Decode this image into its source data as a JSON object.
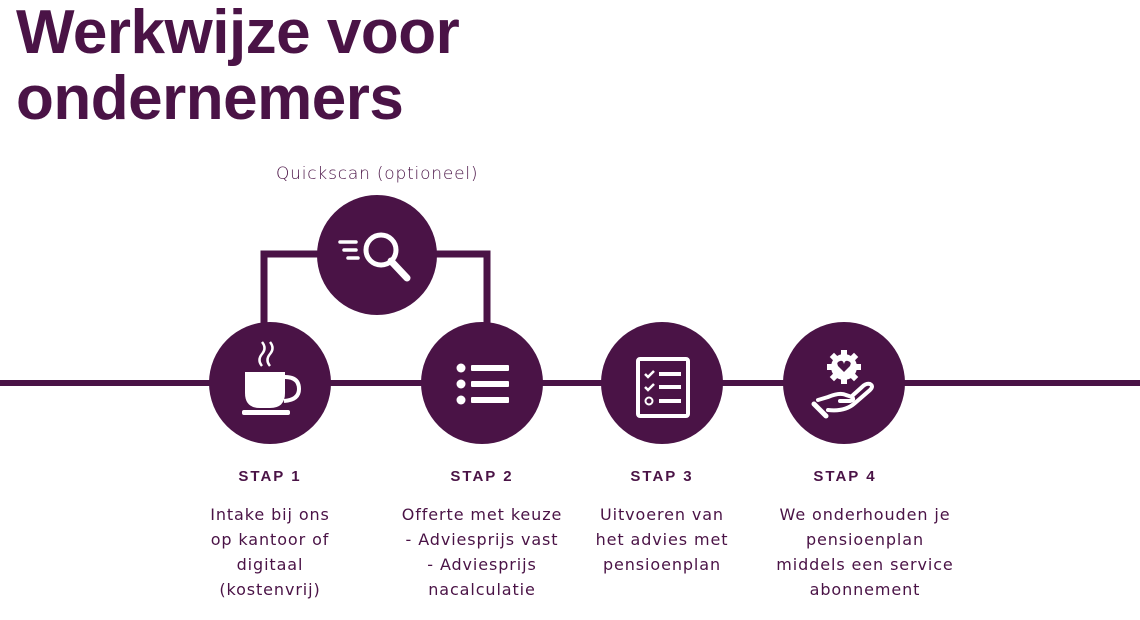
{
  "title": {
    "line1": "Werkwijze voor",
    "line2": "ondernemers"
  },
  "colors": {
    "primary": "#4a1346",
    "background": "#ffffff",
    "icon": "#ffffff"
  },
  "quickscan": {
    "label": "Quickscan (optioneel)",
    "icon": "search-icon"
  },
  "steps": [
    {
      "title": "STAP 1",
      "icon": "coffee-cup-icon",
      "lines": [
        "Intake bij ons",
        "op kantoor of",
        "digitaal",
        "(kostenvrij)"
      ]
    },
    {
      "title": "STAP 2",
      "icon": "list-icon",
      "lines": [
        "Offerte met keuze",
        "- Adviesprijs vast",
        "- Adviesprijs",
        "nacalculatie"
      ]
    },
    {
      "title": "STAP 3",
      "icon": "checklist-icon",
      "lines": [
        "Uitvoeren van",
        "het advies met",
        "pensioenplan"
      ]
    },
    {
      "title": "STAP 4",
      "icon": "hand-heart-icon",
      "lines": [
        "We onderhouden je",
        "pensioenplan",
        "middels een service",
        "abonnement"
      ]
    }
  ]
}
